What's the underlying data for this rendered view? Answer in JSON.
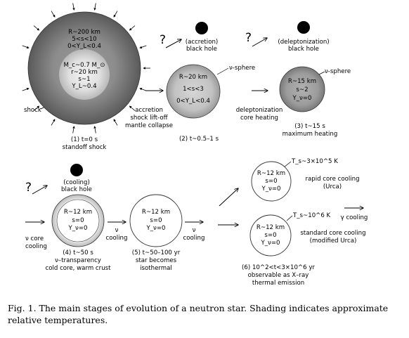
{
  "stages": {
    "s1": {
      "params": [
        "R~200 km",
        "5<s<10",
        "0<Y_L<0.4"
      ],
      "core": [
        "M_c~0.7 M_⊙",
        "r~20 km",
        "s~1",
        "Y_L~0.4"
      ],
      "shock_label": "shock",
      "caption": [
        "(1) t=0 s",
        "standoff shock"
      ]
    },
    "arrow1": [
      "accretion",
      "shock lift-off",
      "mantle collapse"
    ],
    "bh_accretion": [
      "(accretion)",
      "black hole"
    ],
    "s2": {
      "params": [
        "R~20 km",
        "1<s<3",
        "0<Y_L<0.4"
      ],
      "sphere_label": "ν-sphere",
      "caption": [
        "(2) t~0.5–1 s"
      ]
    },
    "arrow2": [
      "deleptonization",
      "core heating"
    ],
    "bh_delept": [
      "(deleptonization)",
      "black hole"
    ],
    "s3": {
      "params": [
        "R~15 km",
        "s~2",
        "Y_ν=0"
      ],
      "sphere_label": "ν-sphere",
      "caption": [
        "(3) t~15 s",
        "maximum heating"
      ]
    },
    "bh_cooling": [
      "(cooling)",
      "black hole"
    ],
    "arrow4_in": [
      "ν core",
      "cooling"
    ],
    "s4": {
      "params": [
        "R~12 km",
        "s=0",
        "Y_ν=0"
      ],
      "caption": [
        "(4) t~50 s",
        "ν–transparency",
        "cold core, warm crust"
      ]
    },
    "arrow5": [
      "ν",
      "cooling"
    ],
    "s5": {
      "params": [
        "R~12 km",
        "s=0",
        "Y_ν=0"
      ],
      "caption": [
        "(5) t~50–100 yr",
        "star becomes",
        "isothermal"
      ]
    },
    "arrow6": [
      "ν",
      "cooling"
    ],
    "s6a": {
      "temp": "T_s~3×10^5 K",
      "params": [
        "R~12 km",
        "s=0",
        "Y_ν=0"
      ],
      "label": [
        "rapid core cooling",
        "(Urca)"
      ]
    },
    "s6b": {
      "temp": "T_s~10^6 K",
      "params": [
        "R~12 km",
        "s=0",
        "Y_ν=0"
      ],
      "label": [
        "standard core cooling",
        "(modified Urca)"
      ]
    },
    "s6_caption": [
      "(6) 10^2<t<3×10^6 yr",
      "observable as X–ray",
      "thermal emission"
    ],
    "gamma_cooling": "γ cooling",
    "question_mark": "?"
  },
  "figure_caption": {
    "label": "Fig. 1.",
    "text_line1": "The main stages of evolution of a neutron star. Shading indicates approximate",
    "text_line2": "relative temperatures."
  }
}
